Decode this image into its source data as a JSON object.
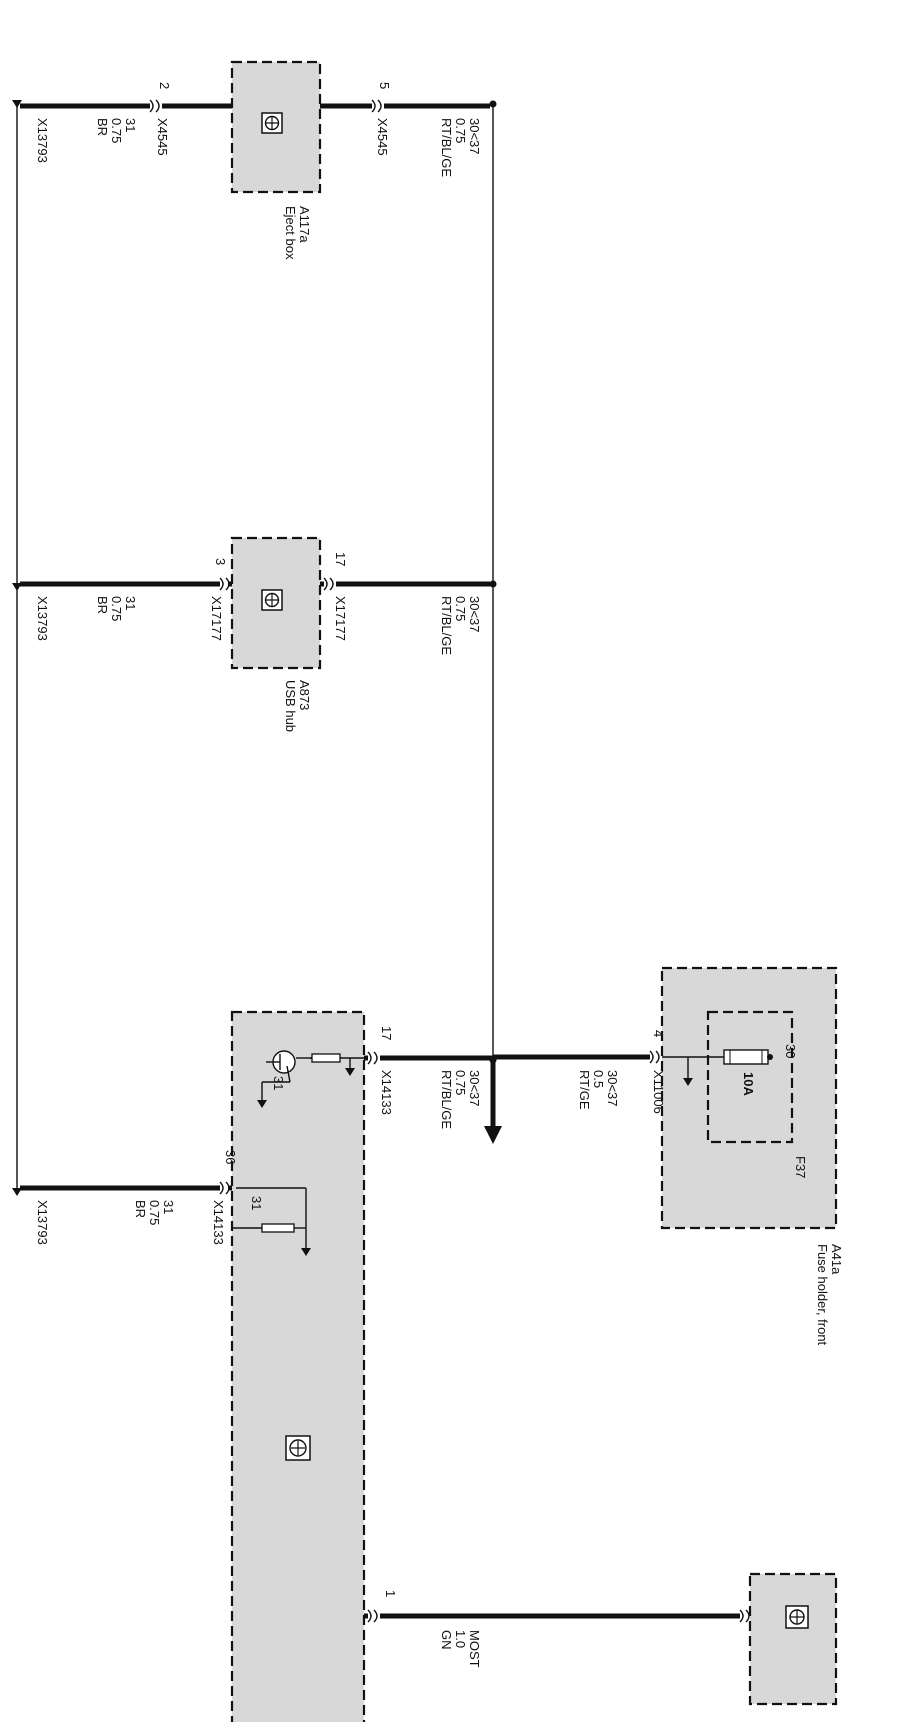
{
  "components": {
    "a117a": {
      "id": "A117a",
      "name": "Eject box"
    },
    "a873": {
      "id": "A873",
      "name": "USB hub"
    },
    "a41a": {
      "id": "A41a",
      "name": "Fuse holder, front"
    },
    "f37": {
      "id": "F37",
      "rating": "10A",
      "terminal": "30"
    }
  },
  "wires": {
    "eject_ground": {
      "pin": "2",
      "connector": "X4545",
      "terminal": "31",
      "gauge": "0.75",
      "color": "BR",
      "ground": "X13793"
    },
    "eject_supply": {
      "pin": "5",
      "connector": "X4545",
      "terminal": "30<37",
      "gauge": "0.75",
      "color": "RT/BL/GE"
    },
    "usb_ground": {
      "pin": "3",
      "connector": "X17177",
      "terminal": "31",
      "gauge": "0.75",
      "color": "BR",
      "ground": "X13793"
    },
    "usb_supply": {
      "pin": "17",
      "connector": "X17177",
      "terminal": "30<37",
      "gauge": "0.75",
      "color": "RT/BL/GE"
    },
    "main_supply": {
      "pin": "17",
      "connector": "X14133",
      "terminal": "30<37",
      "gauge": "0.75",
      "color": "RT/BL/GE"
    },
    "fuse_supply": {
      "pin": "4",
      "connector": "X11006",
      "terminal": "30<37",
      "gauge": "0.5",
      "color": "RT/GE"
    },
    "main_ground": {
      "pin": "36",
      "connector": "X14133",
      "terminal": "31",
      "gauge": "0.75",
      "color": "BR",
      "ground": "X13793"
    },
    "most": {
      "pin": "1",
      "terminal": "MOST",
      "gauge": "1.0",
      "color": "GN"
    }
  },
  "internal_labels": {
    "main_31_a": "31",
    "main_31_b": "31"
  }
}
